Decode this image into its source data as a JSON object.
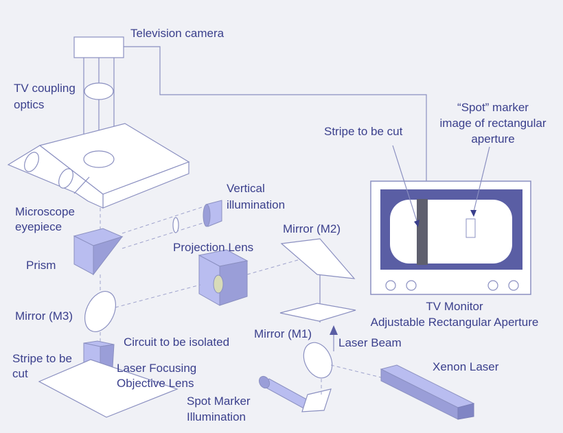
{
  "labels": {
    "television_camera": "Television camera",
    "tv_coupling_1": "TV coupling",
    "tv_coupling_2": "optics",
    "microscope_1": "Microscope",
    "microscope_2": "eyepiece",
    "vertical_1": "Vertical",
    "vertical_2": "illumination",
    "prism": "Prism",
    "projection_lens": "Projection Lens",
    "mirror_m2": "Mirror (M2)",
    "mirror_m3": "Mirror (M3)",
    "mirror_m1": "Mirror (M1)",
    "circuit": "Circuit to be isolated",
    "stripe_left_1": "Stripe to be",
    "stripe_left_2": "cut",
    "laser_focus_1": "Laser Focusing",
    "laser_focus_2": "Objective Lens",
    "spot_illum_1": "Spot Marker",
    "spot_illum_2": "Illumination",
    "laser_beam": "Laser Beam",
    "xenon_laser": "Xenon Laser",
    "stripe_top": "Stripe to be cut",
    "spot_marker_1": "“Spot” marker",
    "spot_marker_2": "image of rectangular",
    "spot_marker_3": "aperture",
    "tv_monitor": "TV Monitor",
    "adjustable": "Adjustable Rectangular Aperture"
  },
  "colors": {
    "background": "#f0f1f6",
    "label": "#3a3f8c",
    "outline": "#8a8fc0",
    "monitor_frame": "#5a5ea4",
    "stripe": "#5e5f6e",
    "accent_blue": "#b9bdf0"
  }
}
